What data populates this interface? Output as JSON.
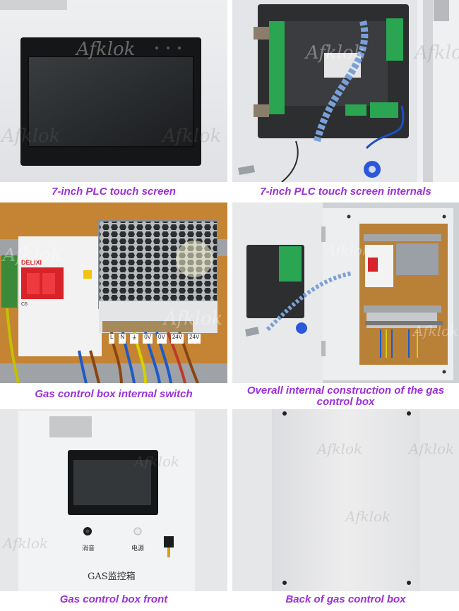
{
  "watermark": "Afklok",
  "captions": {
    "plc_screen": "7-inch PLC touch screen",
    "plc_internals": "7-inch PLC touch screen internals",
    "internal_switch": "Gas control box internal switch",
    "overall_construction": "Overall internal construction of the gas control box",
    "box_front": "Gas control box front",
    "box_back": "Back of gas control box"
  },
  "front_panel": {
    "mute_label": "消音",
    "power_label": "电源",
    "box_title": "GAS监控箱"
  },
  "breaker": {
    "brand": "DELIXI",
    "rating": "C6"
  },
  "psu_wire_labels": [
    "L",
    "N",
    "⏚",
    "0V",
    "0V",
    "24V",
    "24V"
  ],
  "colors": {
    "caption": "#9b30d9",
    "panel_grey": "#e9eaec",
    "screen_black": "#1e2022",
    "breaker_red": "#d8232a",
    "backplate_orange": "#c98a3a"
  }
}
